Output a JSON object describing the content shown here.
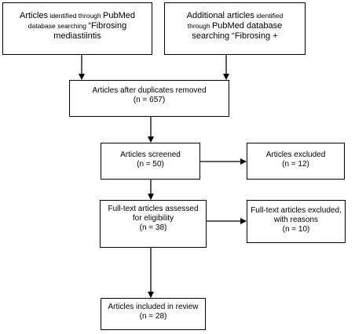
{
  "boxes": {
    "identified_pubmed": {
      "line1_big_a": "Artic",
      "line1_big_b": "les",
      "line1_small": " identified through ",
      "line1_big_c": "PubMed",
      "line2_small": "database searching ",
      "line2_big": "“Fibrosing",
      "line3_big": "mediastiintis"
    },
    "additional_articles": {
      "line1_big": "Additional articles",
      "line1_small": " identified",
      "line2_small": "through ",
      "line2_big": "PubMed database",
      "line3_big": "searching “Fibrosing +"
    },
    "duplicates_removed": {
      "line1": "Articles after duplicates removed",
      "line2": "(n = 657)"
    },
    "screened": {
      "line1": "Articles screened",
      "line2": "(n = 50)"
    },
    "excluded": {
      "line1": "Articles excluded",
      "line2": "(n = 12)"
    },
    "fulltext_assessed": {
      "line1": "Full-text articles assessed",
      "line2": "for eligibility",
      "line3": "(n = 38)"
    },
    "fulltext_excluded": {
      "line1": "Full-text articles excluded,",
      "line2": "with reasons",
      "line3": "(n = 10)"
    },
    "included": {
      "line1": "Articles included in review",
      "line2": "(n = 28)"
    }
  }
}
